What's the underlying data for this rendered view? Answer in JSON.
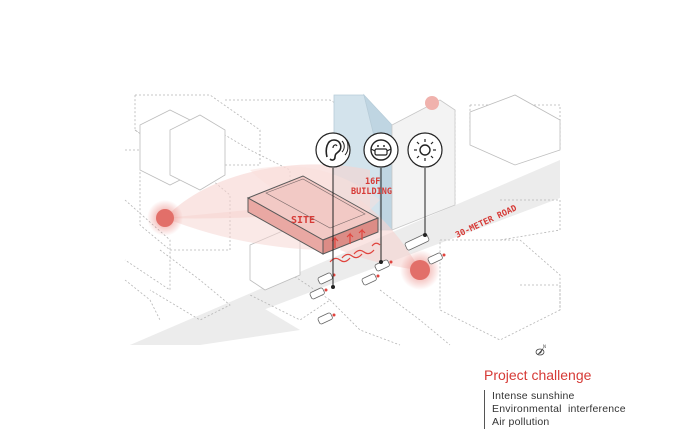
{
  "diagram": {
    "labels": {
      "site": "SITE",
      "building_16f": "16F",
      "building_word": "BUILDING",
      "road": "30-METER ROAD"
    },
    "icons": [
      "ear-icon",
      "mask-face-icon",
      "sun-icon",
      "compass-icon"
    ],
    "colors": {
      "accent": "#d63a36",
      "highlight_fill": "#f6cfcc",
      "glass_building": "#cfe0ea",
      "road": "#e9e9e9",
      "linework": "#9a9a9a"
    }
  },
  "legend": {
    "title": "Project challenge",
    "items": [
      "Intense sunshine",
      "Environmental  interference",
      "Air pollution"
    ]
  }
}
